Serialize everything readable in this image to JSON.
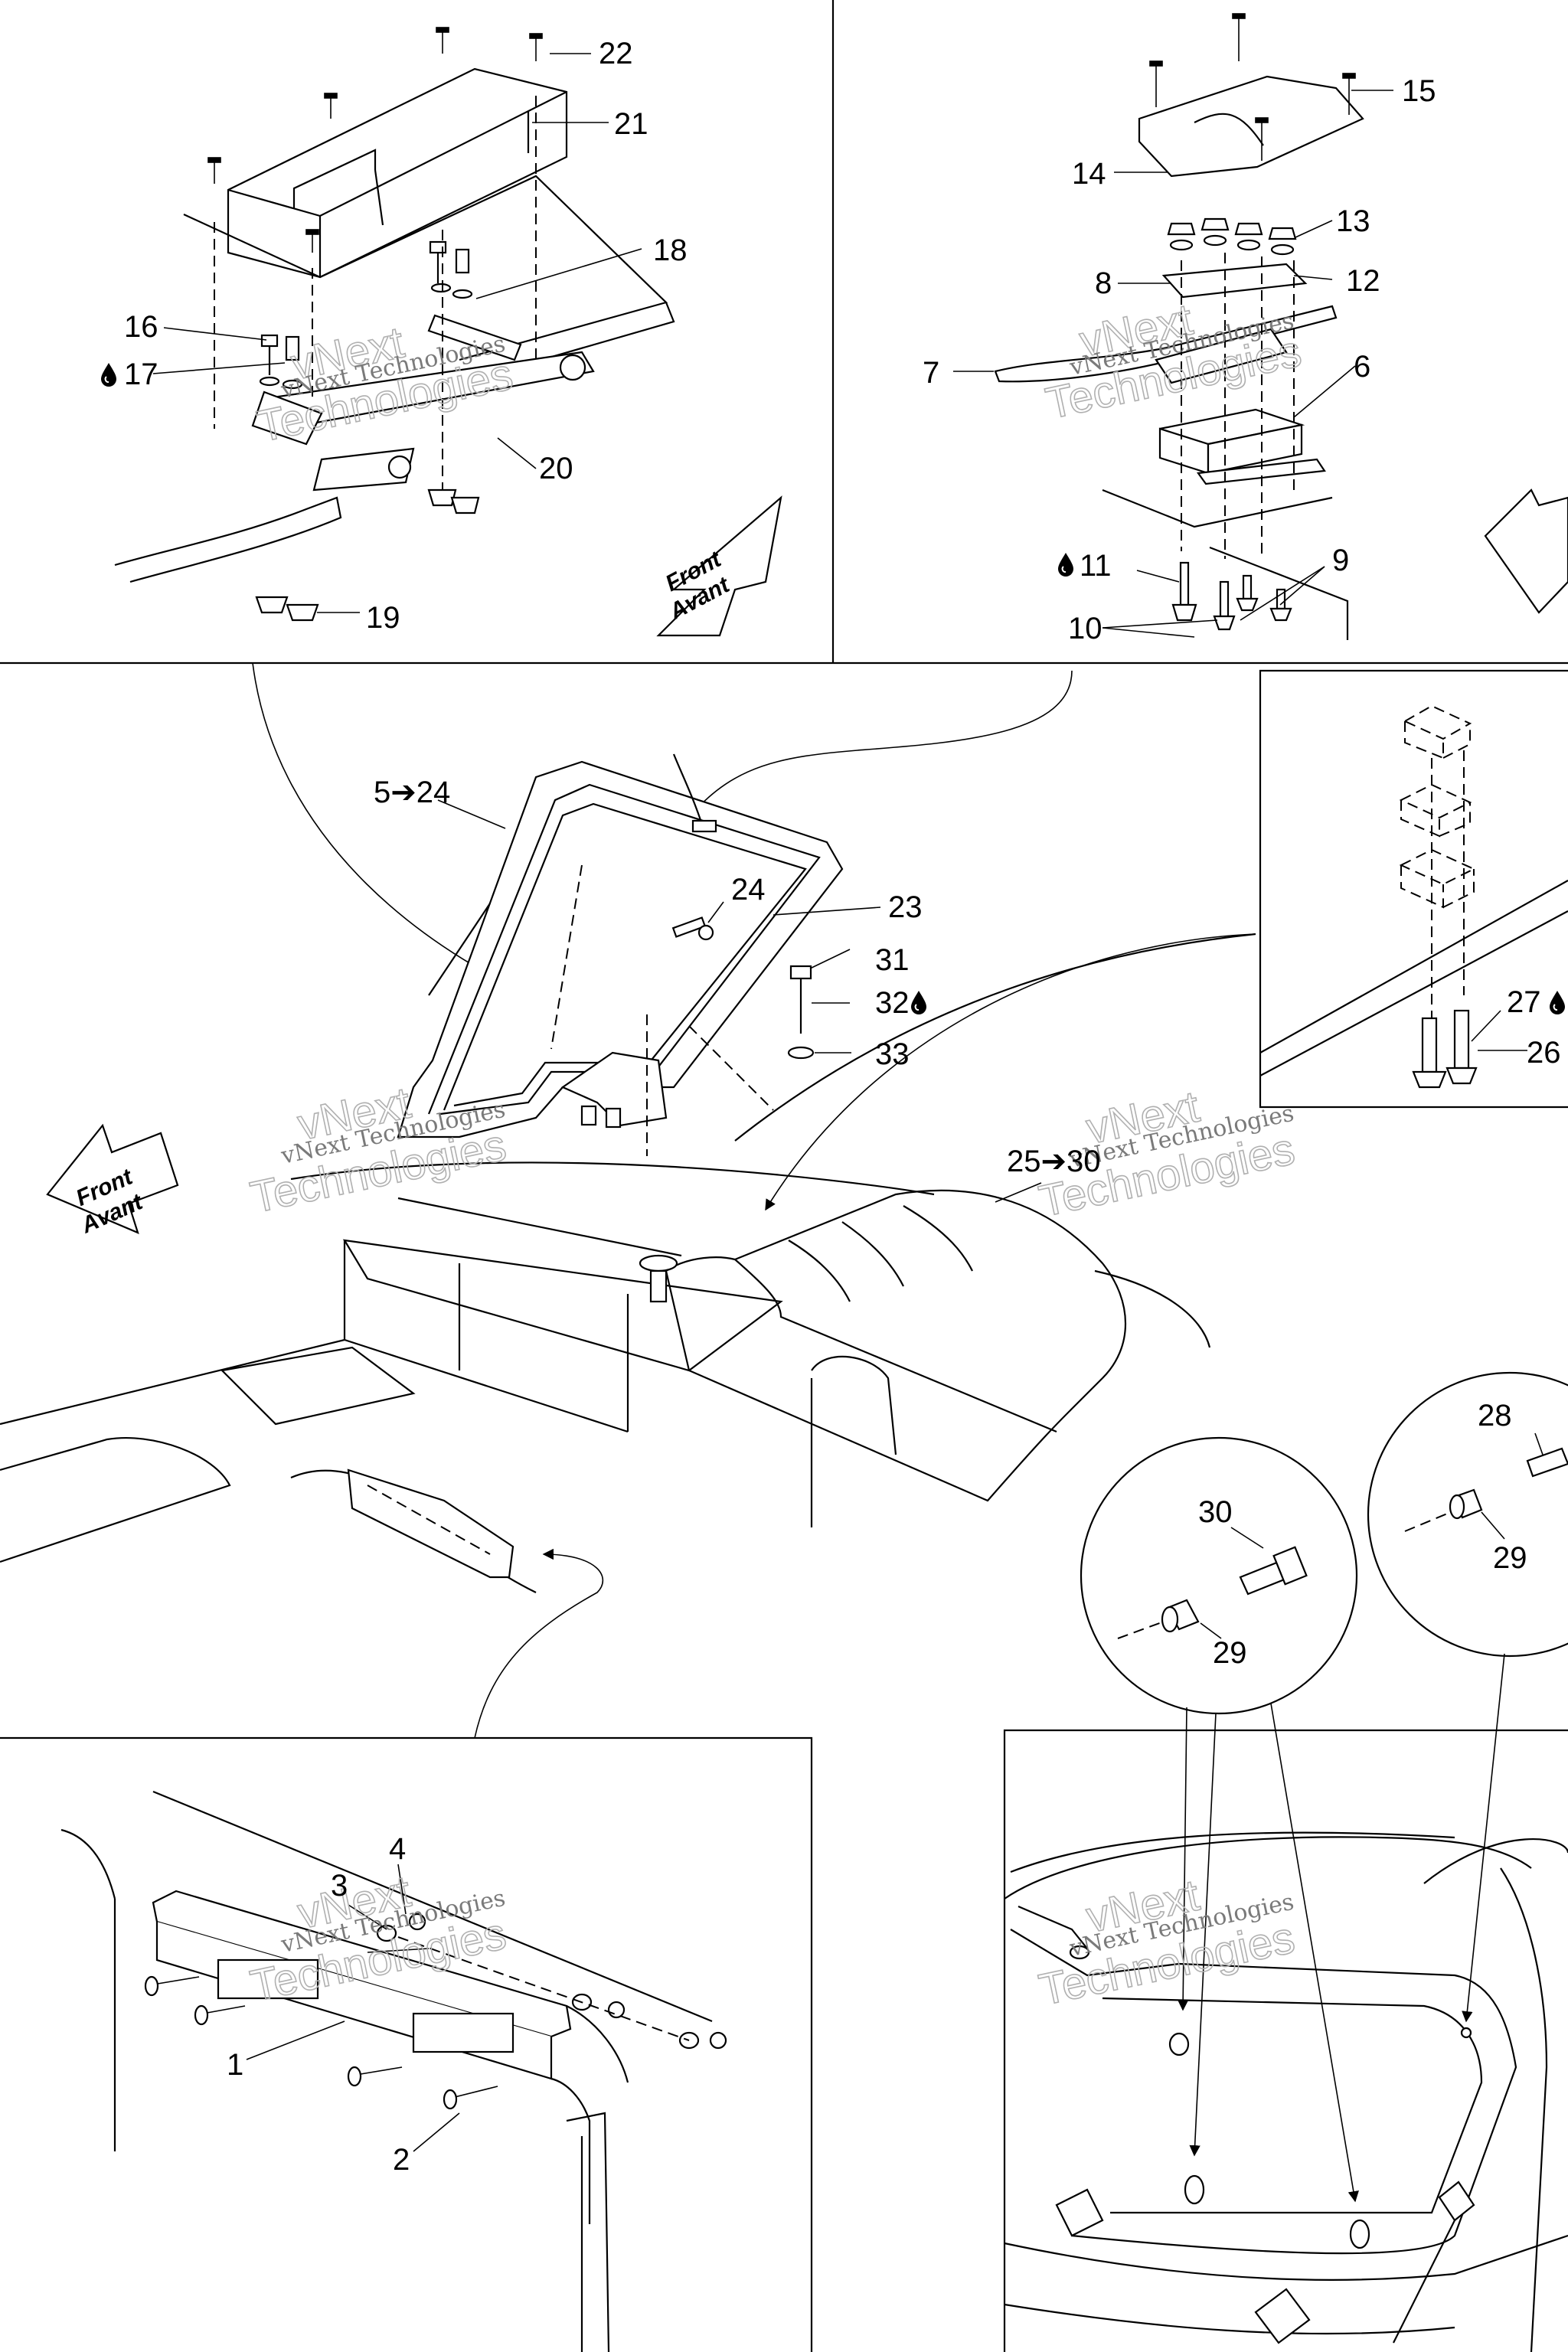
{
  "watermark": {
    "brand": "vNext Technologies",
    "outline_top": "vNext",
    "outline_bottom": "Technologies"
  },
  "direction_arrow": {
    "line1": "Front",
    "line2": "Avant"
  },
  "callouts": {
    "c1": "1",
    "c2": "2",
    "c3": "3",
    "c4": "4",
    "c5_24": "5➔24",
    "c6": "6",
    "c7": "7",
    "c8": "8",
    "c9": "9",
    "c10": "10",
    "c11": "11",
    "c12": "12",
    "c13": "13",
    "c14": "14",
    "c15": "15",
    "c16": "16",
    "c17": "17",
    "c18": "18",
    "c19": "19",
    "c20": "20",
    "c21": "21",
    "c22": "22",
    "c23": "23",
    "c24": "24",
    "c25_30": "25➔30",
    "c26": "26",
    "c27": "27",
    "c28": "28",
    "c29a": "29",
    "c29b": "29",
    "c30": "30",
    "c31": "31",
    "c32": "32",
    "c33": "33"
  },
  "icons": {
    "adhesive": "drop-icon",
    "direction": "front-arrow-icon"
  }
}
